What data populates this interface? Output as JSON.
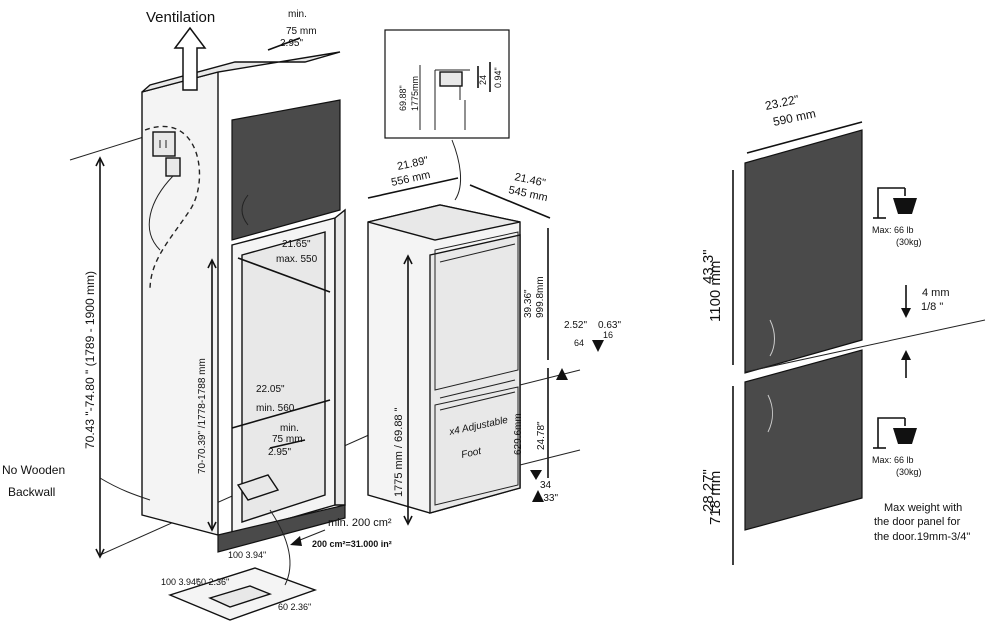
{
  "left_cabinet": {
    "ventilation_label": "Ventilation",
    "top_gap": [
      "min.",
      "75 mm",
      "2.95\""
    ],
    "height_total": "70.43 \"-74.80 \" (1789 - 1900 mm)",
    "no_backwall": [
      "No Wooden",
      "Backwall"
    ],
    "niche_height": "70-70.39\" /1778-1788 mm",
    "niche_depth": [
      "21.65\"",
      "max. 550"
    ],
    "niche_width": [
      "22.05\"",
      "min. 560"
    ],
    "bottom_gap": [
      "min.",
      "75 mm",
      "2.95\""
    ],
    "vent_area_1": "min. 200 cm²",
    "vent_area_2": "200 cm²=31.000 in²",
    "plinth_dims": [
      "100 3.94\"",
      "100 3.94\"",
      "60 2.36\"",
      "60 2.36\""
    ]
  },
  "fridge_unit": {
    "detail_dims": [
      "69.88\"",
      "1775mm",
      "24",
      "0.94\""
    ],
    "width": [
      "21.89\"",
      "556 mm"
    ],
    "depth": [
      "21.46\"",
      "545 mm"
    ],
    "upper_height": [
      "39.36\"",
      "999.8mm"
    ],
    "total_height": "1775 mm / 69.88 \"",
    "hinge_dims": [
      "2.52\"",
      "0.63\"",
      "64",
      "16"
    ],
    "lower_height": [
      "629.6mm",
      "24.78\""
    ],
    "feet_label": [
      "x4 Adjustable",
      "Foot"
    ],
    "foot_dims": [
      "34",
      "1.33\""
    ]
  },
  "door_panels": {
    "panel_width": [
      "23.22\"",
      "590 mm"
    ],
    "upper_height": [
      "43.3\"",
      "1100 mm"
    ],
    "upper_weight": [
      "Max: 66 lb",
      "(30kg)"
    ],
    "gap": [
      "4 mm",
      "1/8 \""
    ],
    "lower_height": [
      "28.27\"",
      "718 mm"
    ],
    "lower_weight": [
      "Max: 66 lb",
      "(30kg)"
    ],
    "weight_note": [
      "Max weight with",
      "the door panel for",
      "the door.19mm-3/4\""
    ]
  },
  "colors": {
    "ink": "#111111",
    "panel": "#4a4a4a",
    "paper": "#ffffff"
  }
}
